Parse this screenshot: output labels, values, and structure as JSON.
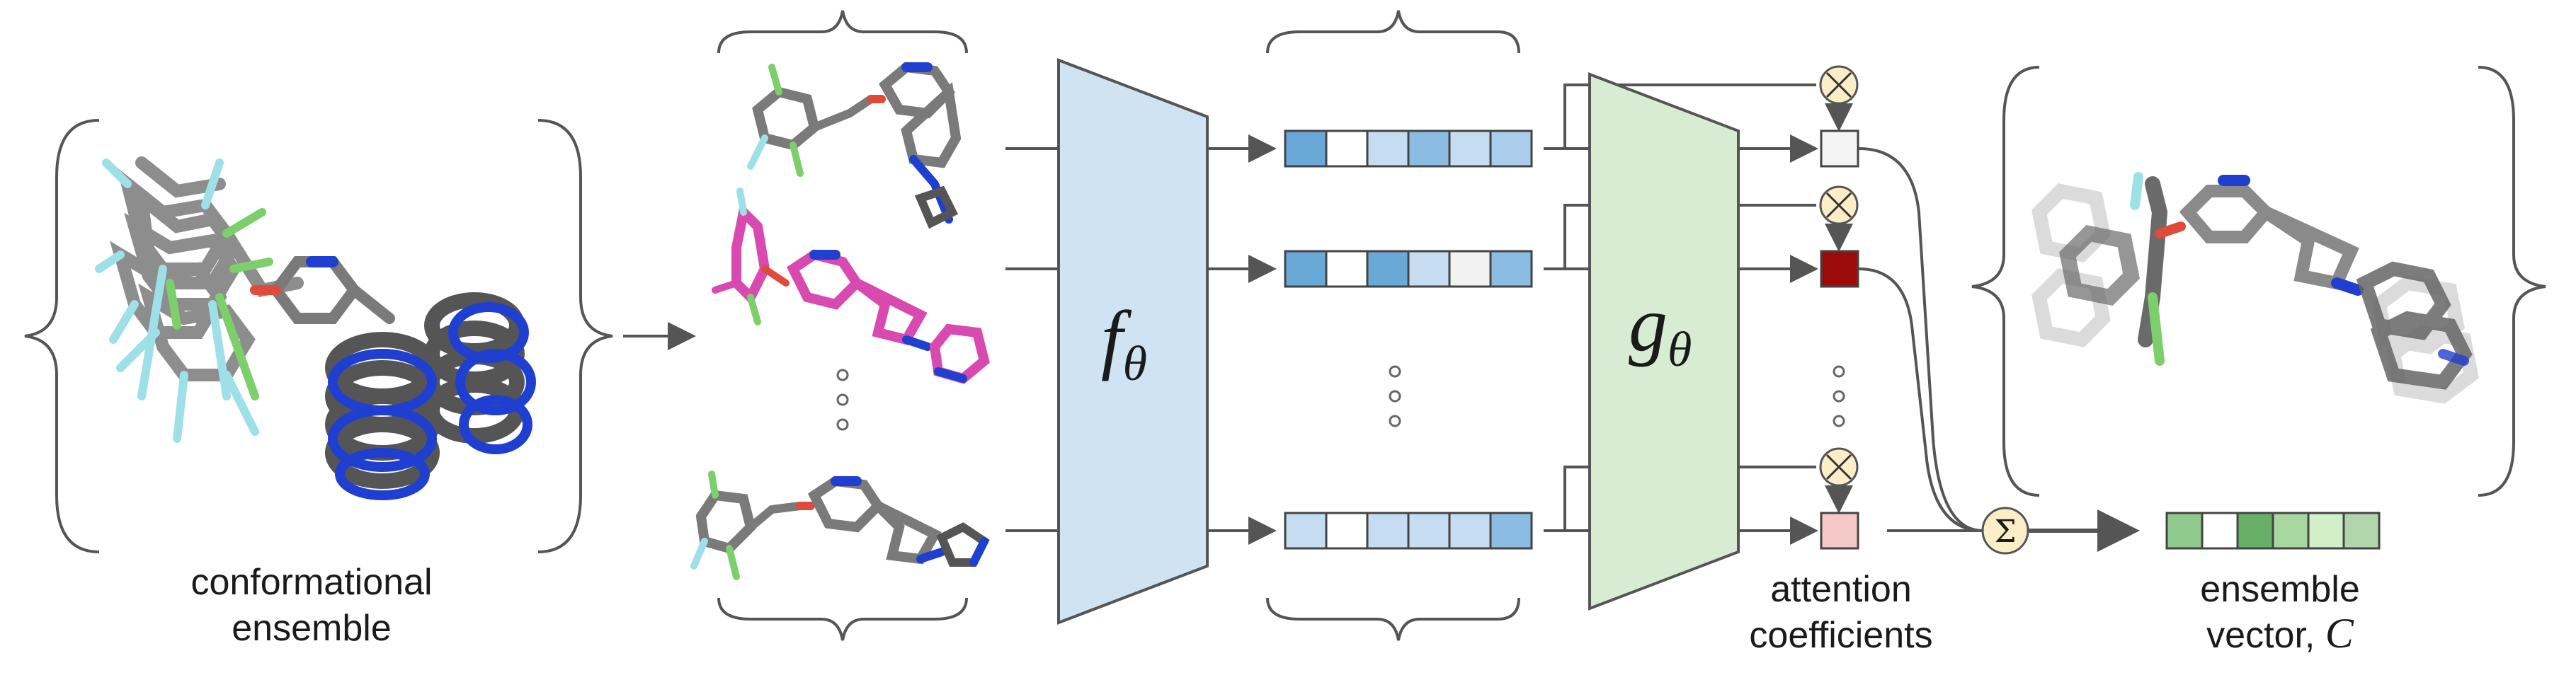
{
  "labels": {
    "conformational_ensemble_line1": "conformational",
    "conformational_ensemble_line2": "ensemble",
    "f_theta_main": "f",
    "f_theta_sub": "θ",
    "g_theta_main": "g",
    "g_theta_sub": "θ",
    "attention_line1": "attention",
    "attention_line2": "coefficients",
    "ensemble_vector_line1": "ensemble",
    "ensemble_vector_line2": "vector, ",
    "ensemble_vector_symbol": "C",
    "sum_symbol": "Σ",
    "multiply_symbol": "⊗"
  },
  "embedding_rows": [
    [
      "#6aa8d8",
      "#ffffff",
      "#c6dcf0",
      "#8cbce2",
      "#c6dcf0",
      "#a9cdea"
    ],
    [
      "#6aa8d8",
      "#ffffff",
      "#6aa8d8",
      "#c6dcf0",
      "#f2f2f2",
      "#8cbce2"
    ],
    [
      "#c6dcf0",
      "#ffffff",
      "#c6dcf0",
      "#c6dcf0",
      "#c6dcf0",
      "#8cbce2"
    ]
  ],
  "attention_boxes": [
    "#f4f4f4",
    "#9b0b0b",
    "#f6c9c9"
  ],
  "ensemble_vector": [
    "#8fc98b",
    "#ffffff",
    "#68b068",
    "#a8d8a0",
    "#d2f0c8",
    "#b2d6ac"
  ],
  "colors": {
    "f_block": "#cfe3f3",
    "g_block": "#d8ecd4",
    "sum_node": "#fbeec7",
    "carbon": "#7a7a7a",
    "nitrogen": "#1f3fd0",
    "fluorine": "#9ee0e8",
    "chlorine": "#7ccf6a",
    "oxygen": "#e04a3a",
    "pink": "#d94ab0"
  }
}
